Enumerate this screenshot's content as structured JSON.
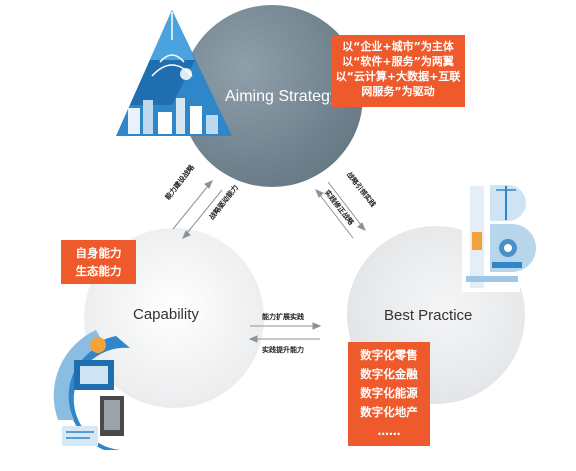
{
  "circles": {
    "aiming": "Aiming Strategy",
    "capability": "Capability",
    "best_practice": "Best Practice"
  },
  "aiming_box": {
    "lines": [
      "以“企业+城市”为主体",
      "以“软件+服务”为两翼",
      "以“云计算+大数据+互联",
      "网服务”为驱动"
    ]
  },
  "capability_box": {
    "lines": [
      "自身能力",
      "生态能力"
    ]
  },
  "practice_box": {
    "lines": [
      "数字化零售",
      "数字化金融",
      "数字化能源",
      "数字化地产",
      "……"
    ]
  },
  "arrows": {
    "left_outer": "能力建设战略",
    "left_inner": "战略驱动能力",
    "right_outer": "战略引领实践",
    "right_inner": "实践修正战略",
    "bottom_top": "能力扩展实践",
    "bottom_bottom": "实践提升能力"
  },
  "colors": {
    "accent_orange": "#ee5a2b",
    "aiming_circle": "#6f818d",
    "light_circle": "#e6e8ea"
  }
}
